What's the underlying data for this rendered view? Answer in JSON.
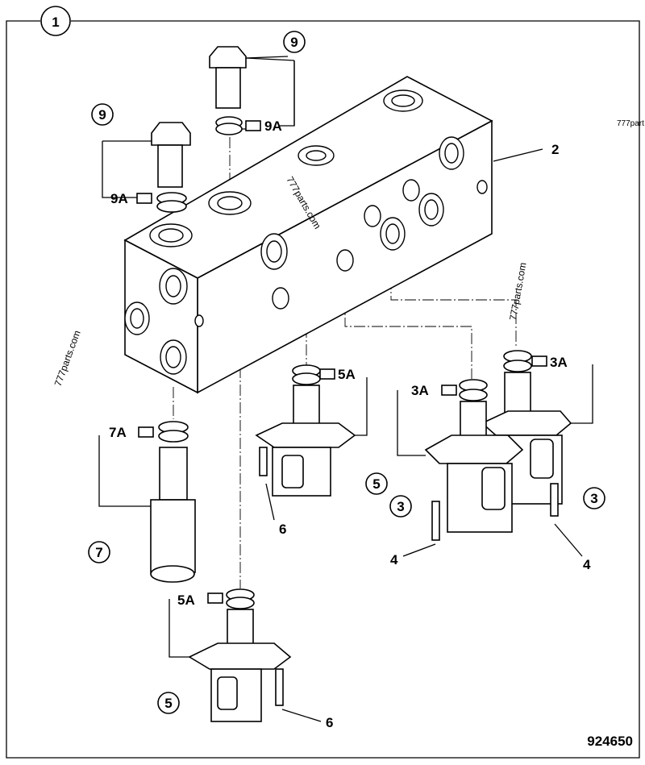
{
  "diagram": {
    "drawing_number": "924650",
    "callouts": {
      "assembly": "1",
      "manifold_block": "2",
      "solenoid_valve_a": "3",
      "solenoid_valve_b": "3",
      "seal_3a_a": "3A",
      "seal_3a_b": "3A",
      "screw_4_a": "4",
      "screw_4_b": "4",
      "solenoid_5_a": "5",
      "solenoid_5_b": "5",
      "seal_5a_a": "5A",
      "seal_5a_b": "5A",
      "screw_6_a": "6",
      "screw_6_b": "6",
      "valve_7": "7",
      "seal_7a": "7A",
      "plug_9_a": "9",
      "plug_9_b": "9",
      "seal_9a_a": "9A",
      "seal_9a_b": "9A"
    },
    "watermarks": [
      "777parts.com",
      "777parts.com",
      "777parts.com",
      "777part"
    ]
  }
}
